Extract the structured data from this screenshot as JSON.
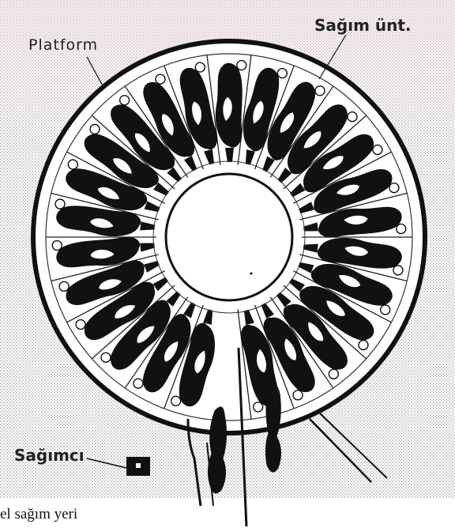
{
  "labels": {
    "platform": "Platform",
    "milking_unit": "Sağım ünt.",
    "milker": "Sağımcı",
    "caption": "el sağım yeri"
  },
  "colors": {
    "ink": "#111111",
    "paper": "#ffffff",
    "dot_pattern": "#b8b8b8",
    "pink_tint": "#f3dde3"
  },
  "figure": {
    "stall_count": 26,
    "type": "rotary milking parlour (top view)"
  }
}
